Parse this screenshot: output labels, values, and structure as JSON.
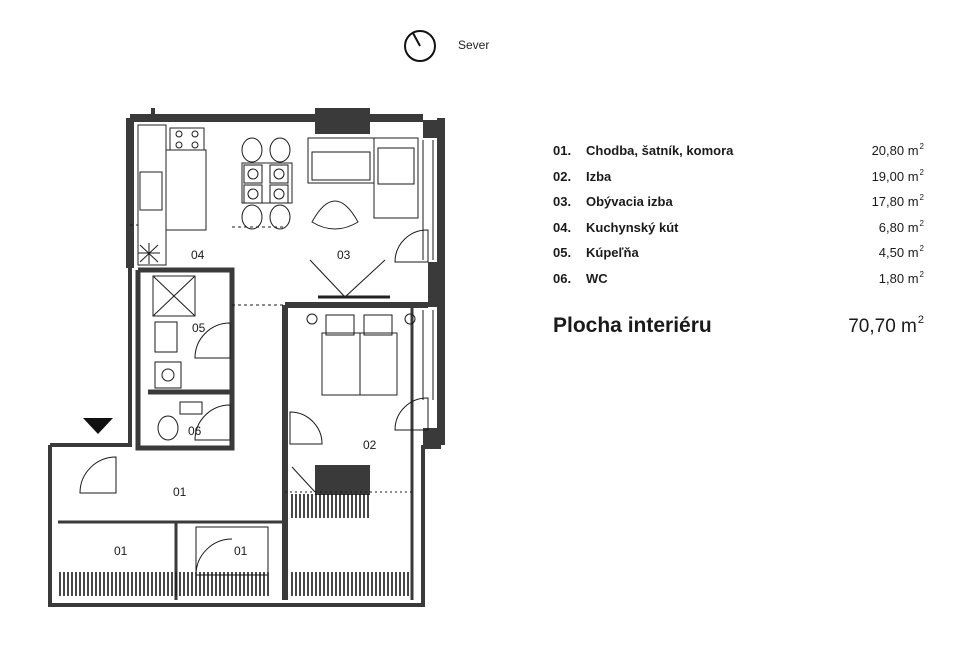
{
  "compass": {
    "label": "Sever",
    "icon": "north-arrow-icon"
  },
  "rooms": [
    {
      "num": "01.",
      "name": "Chodba, šatník, komora",
      "area": "20,80 m",
      "unit_sup": "2"
    },
    {
      "num": "02.",
      "name": "Izba",
      "area": "19,00 m",
      "unit_sup": "2"
    },
    {
      "num": "03.",
      "name": "Obývacia izba",
      "area": "17,80 m",
      "unit_sup": "2"
    },
    {
      "num": "04.",
      "name": "Kuchynský kút",
      "area": "6,80 m",
      "unit_sup": "2"
    },
    {
      "num": "05.",
      "name": "Kúpeľňa",
      "area": "4,50 m",
      "unit_sup": "2"
    },
    {
      "num": "06.",
      "name": "WC",
      "area": "1,80 m",
      "unit_sup": "2"
    }
  ],
  "total": {
    "label": "Plocha interiéru",
    "value": "70,70 m",
    "unit_sup": "2"
  },
  "plan_labels": {
    "r01_hall": "01",
    "r01_left": "01",
    "r01_mid": "01",
    "r02": "02",
    "r03": "03",
    "r04": "04",
    "r05": "05",
    "r06": "06"
  },
  "colors": {
    "wall": "#3a3a3a",
    "line": "#1a1a1a",
    "furniture": "#222222"
  }
}
